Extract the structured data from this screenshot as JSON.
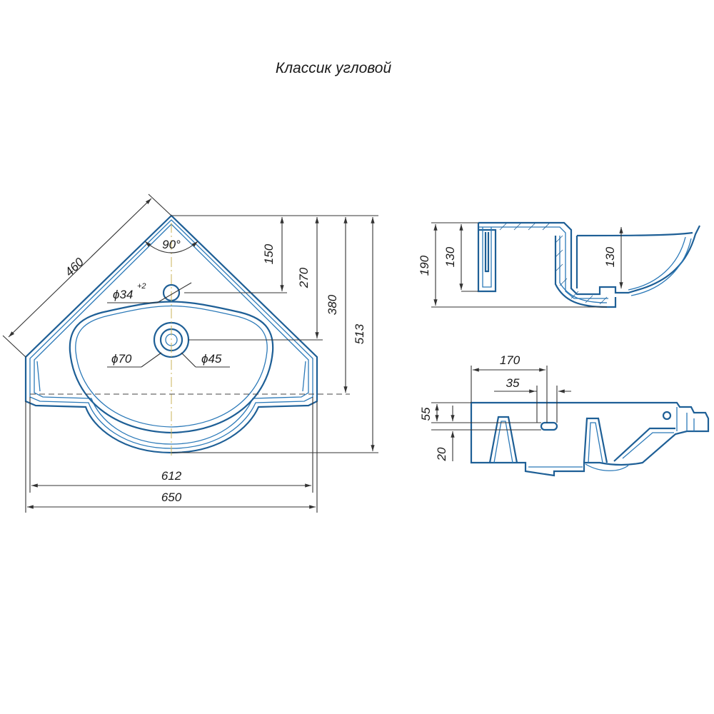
{
  "title": "Классик угловой",
  "colors": {
    "outline": "#1e5f96",
    "dimension_lines": "#333333",
    "background": "#ffffff"
  },
  "top_view": {
    "side_length": "460",
    "angle": "90°",
    "tap_hole_symbol": "ϕ",
    "tap_hole_value": "34",
    "tap_hole_tolerance": "+2",
    "drain_outer": "ϕ70",
    "drain_inner": "ϕ45",
    "height_150": "150",
    "height_270": "270",
    "height_380": "380",
    "height_513": "513",
    "width_612": "612",
    "width_650": "650"
  },
  "section_view": {
    "total_height": "190",
    "inner_height_left": "130",
    "inner_height_right": "130"
  },
  "side_view": {
    "dim_170": "170",
    "dim_35": "35",
    "dim_55": "55",
    "dim_20": "20"
  }
}
